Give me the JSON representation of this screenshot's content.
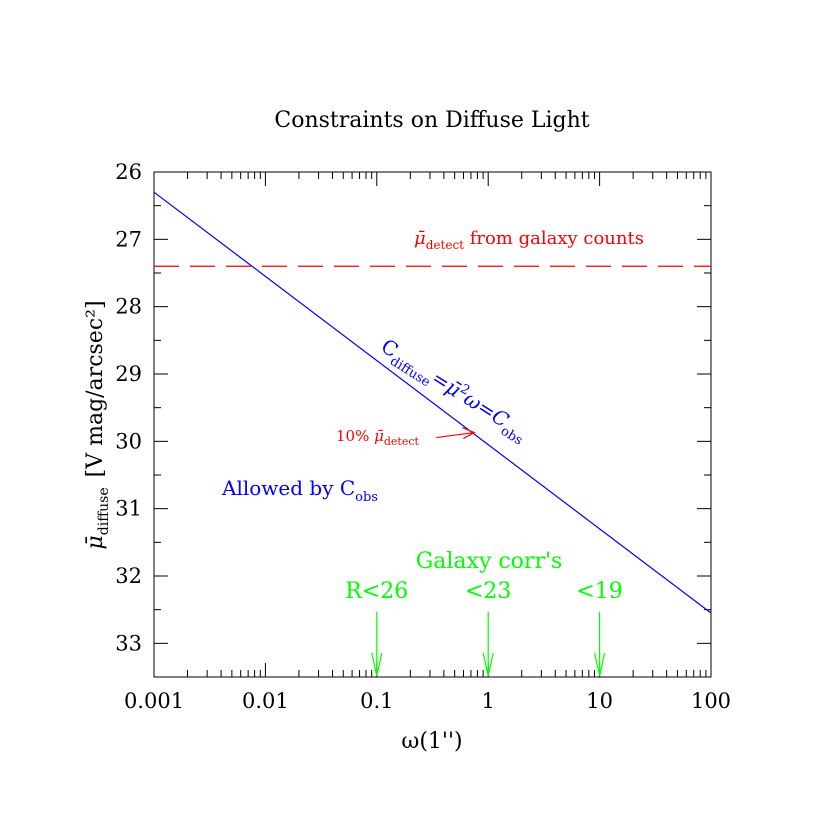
{
  "chart_data": {
    "type": "line",
    "title": "Constraints on Diffuse Light",
    "xlabel": "ω(1'')",
    "ylabel_main": "μ̄",
    "ylabel_sub": "diffuse",
    "ylabel_units": "[V mag/arcsec²]",
    "x_scale": "log",
    "xlim": [
      0.001,
      100
    ],
    "ylim": [
      33.5,
      26
    ],
    "y_inverted": true,
    "x_ticks": [
      {
        "value": 0.001,
        "label": "0.001"
      },
      {
        "value": 0.01,
        "label": "0.01"
      },
      {
        "value": 0.1,
        "label": "0.1"
      },
      {
        "value": 1,
        "label": "1"
      },
      {
        "value": 10,
        "label": "10"
      },
      {
        "value": 100,
        "label": "100"
      }
    ],
    "y_ticks": [
      {
        "value": 26,
        "label": "26"
      },
      {
        "value": 27,
        "label": "27"
      },
      {
        "value": 28,
        "label": "28"
      },
      {
        "value": 29,
        "label": "29"
      },
      {
        "value": 30,
        "label": "30"
      },
      {
        "value": 31,
        "label": "31"
      },
      {
        "value": 32,
        "label": "32"
      },
      {
        "value": 33,
        "label": "33"
      }
    ],
    "series": [
      {
        "style": "solid",
        "color": "#0000ff",
        "x": [
          0.001,
          100
        ],
        "y": [
          26.3,
          32.55
        ]
      },
      {
        "style": "dashed",
        "color": "#ff0000",
        "x": [
          0.001,
          100
        ],
        "y": [
          27.4,
          27.4
        ]
      }
    ],
    "annotations": {
      "detect_label": {
        "mu": "μ̄",
        "sub": "detect",
        "text": " from galaxy counts",
        "color": "#ff0000"
      },
      "curve_label": {
        "c": "C",
        "c_sub": "diffuse",
        "eq": "=",
        "mu": "μ̄",
        "sup": "2",
        "omega": "ω=C",
        "obs_sub": "obs",
        "color": "#0000ff"
      },
      "ten_percent": {
        "text": "10% ",
        "mu": "μ̄",
        "sub": "detect",
        "color": "#ff0000",
        "arrow_x": 0.75,
        "arrow_y": 29.87
      },
      "allowed": {
        "text": "Allowed by C",
        "sub": "obs",
        "color": "#0000ff"
      },
      "galaxy_corr": {
        "title": "Galaxy corr's",
        "color": "#00ff00",
        "arrow_y_start": 32.5
      },
      "galaxy_arrows": [
        {
          "x": 0.1,
          "label": "R<26"
        },
        {
          "x": 1,
          "label": "<23"
        },
        {
          "x": 10,
          "label": "<19"
        }
      ]
    }
  }
}
